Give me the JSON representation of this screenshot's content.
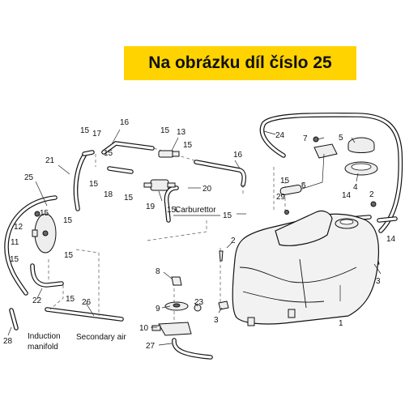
{
  "banner": {
    "text": "Na obrázku díl číslo 25",
    "color": "#ffd300"
  },
  "captions": {
    "carburettor": "Carburettor",
    "induction_manifold_line1": "Induction",
    "induction_manifold_line2": "manifold",
    "secondary_air": "Secondary air"
  },
  "part_labels": [
    "15",
    "17",
    "16",
    "15",
    "13",
    "15",
    "21",
    "15",
    "15",
    "18",
    "15",
    "19",
    "15",
    "16",
    "20",
    "25",
    "15",
    "12",
    "11",
    "15",
    "15",
    "15",
    "22",
    "15",
    "26",
    "28",
    "24",
    "7",
    "5",
    "15",
    "6",
    "4",
    "29",
    "15",
    "14",
    "2",
    "14",
    "2",
    "3",
    "8",
    "9",
    "23",
    "10",
    "3",
    "27",
    "1"
  ]
}
